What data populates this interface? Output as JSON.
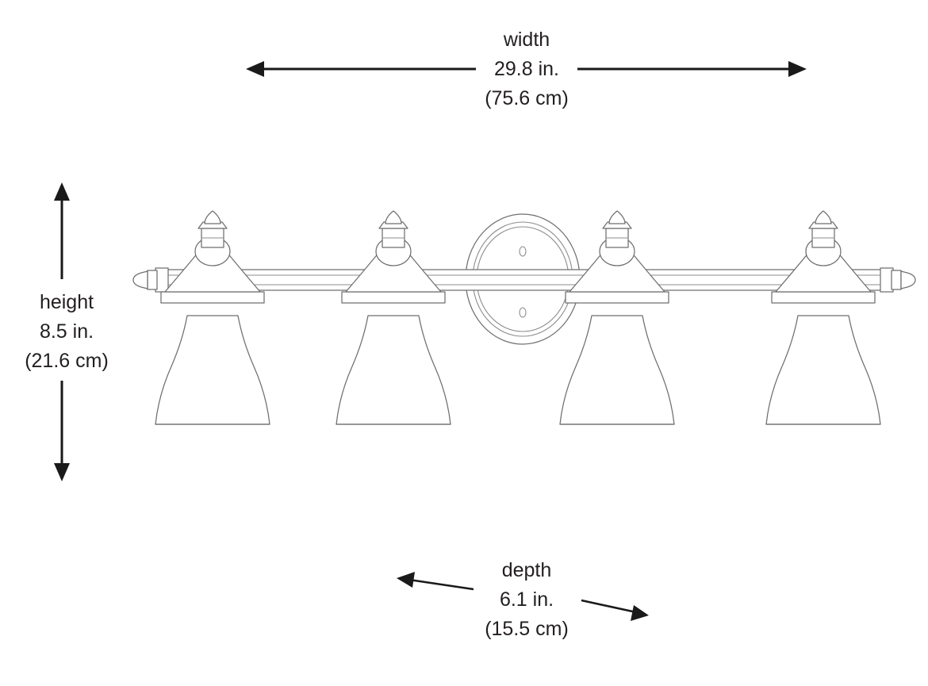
{
  "diagram": {
    "type": "product-dimension-diagram",
    "subject": "4-light bathroom vanity bar light fixture",
    "background_color": "#ffffff",
    "line_color": "#6f6f72",
    "text_color": "#231f20",
    "arrow_color": "#1a1a1a"
  },
  "dimensions": {
    "width": {
      "label": "width",
      "imperial": "29.8 in.",
      "metric": "(75.6 cm)",
      "value_in": 29.8,
      "value_cm": 75.6,
      "orientation": "horizontal",
      "arrow_style": "double-headed"
    },
    "height": {
      "label": "height",
      "imperial": "8.5 in.",
      "metric": "(21.6 cm)",
      "value_in": 8.5,
      "value_cm": 21.6,
      "orientation": "vertical",
      "arrow_style": "double-headed"
    },
    "depth": {
      "label": "depth",
      "imperial": "6.1 in.",
      "metric": "(15.5 cm)",
      "value_in": 6.1,
      "value_cm": 15.5,
      "orientation": "diagonal",
      "arrow_style": "double-headed"
    }
  },
  "fixture": {
    "shade_count": 4,
    "parts": [
      "finial-tip",
      "finial-cap",
      "ribbed-collar",
      "ball-knob",
      "bell-shade",
      "shade-collar-band",
      "crossbar-rod",
      "end-cap-finial",
      "oval-backplate",
      "screw-hole"
    ],
    "backplate": {
      "shape": "oval",
      "ring_count": 3,
      "screw_holes": 2
    }
  }
}
